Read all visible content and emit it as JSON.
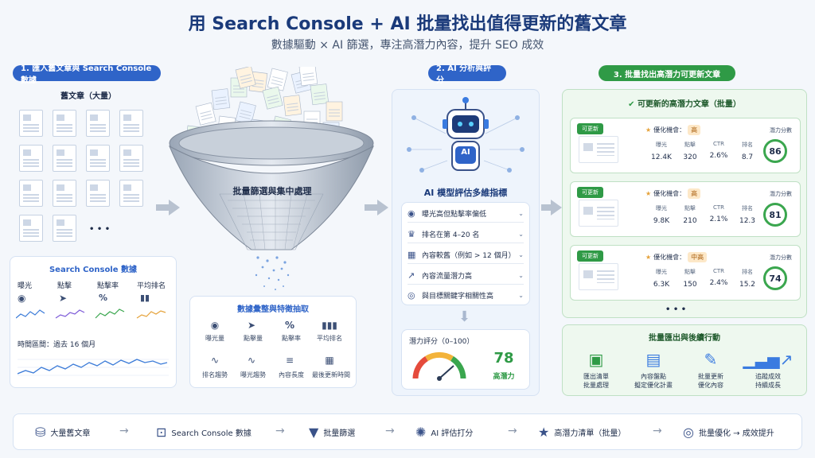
{
  "header": {
    "title": "用 Search Console + AI 批量找出值得更新的舊文章",
    "subtitle": "數據驅動 × AI 篩選，專注高潛力內容，提升 SEO 成效"
  },
  "step1": {
    "label": "1. 匯入舊文章與 Search Console 數據",
    "docs_title": "舊文章（大量）",
    "ellipsis": "• • •",
    "gsc_title": "Search Console 數據",
    "metrics": [
      "曝光",
      "點擊",
      "點擊率",
      "平均排名"
    ],
    "metric_icons": [
      "eye-icon",
      "cursor-icon",
      "percent-icon",
      "bar-chart-icon"
    ],
    "time_range": "時間區間：過去 16 個月"
  },
  "funnel": {
    "label": "批量篩選與集中處理",
    "extract_title": "數據彙整與特徵抽取",
    "features": [
      "曝光量",
      "點擊量",
      "點擊率",
      "平均排名",
      "排名趨勢",
      "曝光趨勢",
      "內容長度",
      "最後更新時間"
    ]
  },
  "step2": {
    "label": "2. AI 分析與評分",
    "model_title": "AI 模型評估多維指標",
    "robot_text": "AI",
    "criteria": [
      {
        "icon": "eye-icon",
        "text": "曝光高但點擊率偏低"
      },
      {
        "icon": "trophy-icon",
        "text": "排名在第 4–20 名"
      },
      {
        "icon": "calendar-icon",
        "text": "內容較舊（例如 > 12 個月）"
      },
      {
        "icon": "trend-icon",
        "text": "內容流量潛力高"
      },
      {
        "icon": "target-icon",
        "text": "與目標關鍵字相關性高"
      }
    ],
    "score_label": "潛力評分（0–100）",
    "score_value": "78",
    "score_text": "高潛力"
  },
  "step3": {
    "label": "3. 批量找出高潛力可更新文章",
    "list_title": "可更新的高潛力文章（批量）",
    "stat_keys": [
      "曝光",
      "點擊",
      "CTR",
      "排名"
    ],
    "cards": [
      {
        "tag": "可更新",
        "opp_label": "優化機會：",
        "opp": "高",
        "values": [
          "12.4K",
          "320",
          "2.6%",
          "8.7"
        ],
        "pot_label": "潛力分數",
        "score": "86"
      },
      {
        "tag": "可更新",
        "opp_label": "優化機會：",
        "opp": "高",
        "values": [
          "9.8K",
          "210",
          "2.1%",
          "12.3"
        ],
        "pot_label": "潛力分數",
        "score": "81"
      },
      {
        "tag": "可更新",
        "opp_label": "優化機會：",
        "opp": "中高",
        "values": [
          "6.3K",
          "150",
          "2.4%",
          "15.2"
        ],
        "pot_label": "潛力分數",
        "score": "74"
      }
    ],
    "ellipsis": "• • •",
    "actions_title": "批量匯出與後續行動",
    "actions": [
      {
        "icon": "excel-icon",
        "line1": "匯出清單",
        "line2": "批量處理"
      },
      {
        "icon": "document-icon",
        "line1": "內容盤點",
        "line2": "擬定優化計畫"
      },
      {
        "icon": "edit-icon",
        "line1": "批量更新",
        "line2": "優化內容"
      },
      {
        "icon": "growth-chart-icon",
        "line1": "追蹤成效",
        "line2": "持續成長"
      }
    ]
  },
  "flow": [
    {
      "icon": "database-icon",
      "text": "大量舊文章"
    },
    {
      "icon": "chart-window-icon",
      "text": "Search Console 數據"
    },
    {
      "icon": "filter-icon",
      "text": "批量篩選"
    },
    {
      "icon": "brain-icon",
      "text": "AI 評估打分"
    },
    {
      "icon": "star-icon",
      "text": "高潛力清單（批量）"
    },
    {
      "icon": "target-icon",
      "text": "批量優化 → 成效提升"
    }
  ],
  "colors": {
    "primary": "#2f64c8",
    "green": "#2f9a46",
    "title": "#1a3a7a"
  }
}
